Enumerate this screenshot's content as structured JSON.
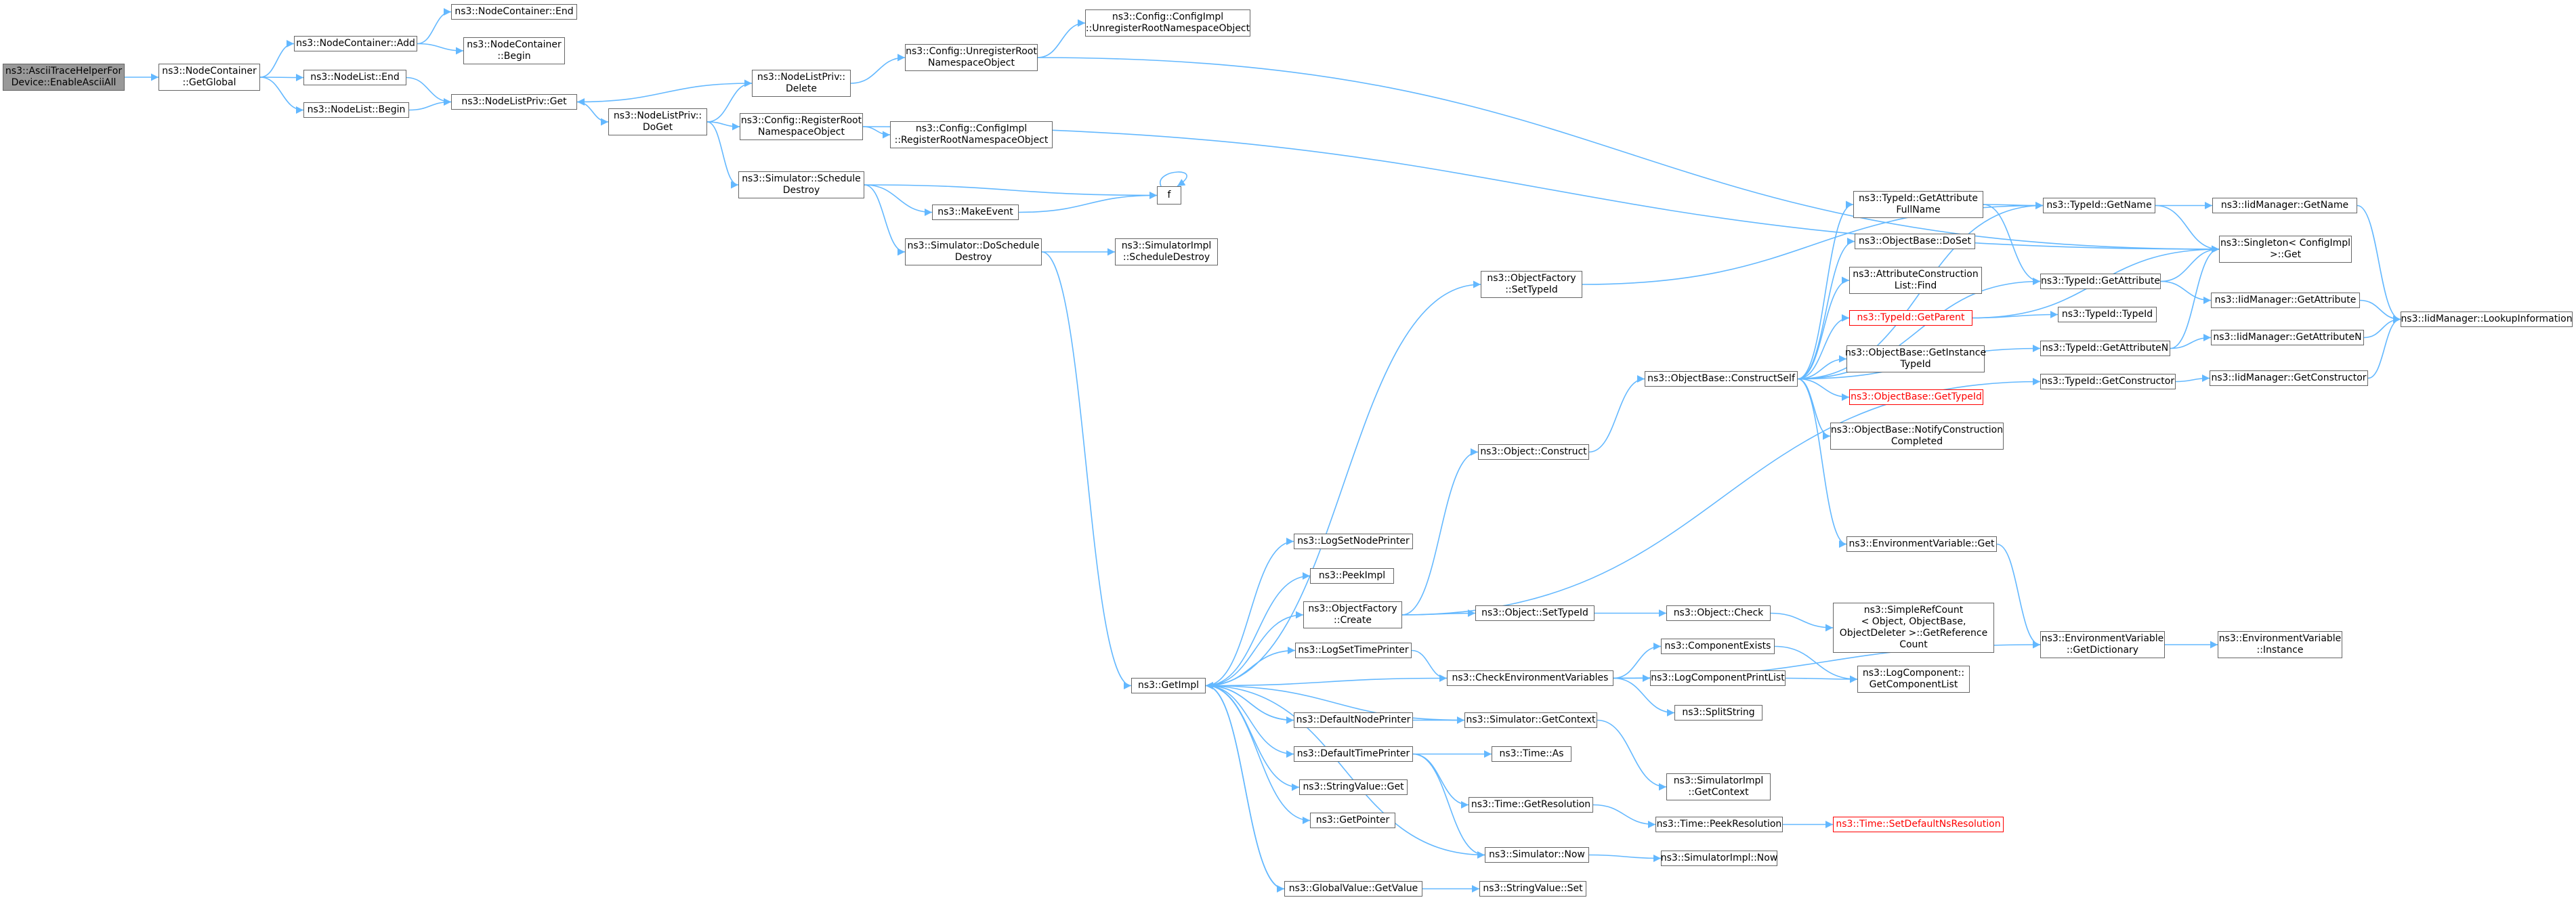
{
  "title": "",
  "colors": {
    "edge": "#63b8ff",
    "border": "#666666",
    "root_fill": "#999999",
    "highlight": "#ff0000"
  },
  "nodes": {
    "n0": {
      "label": "ns3::AsciiTraceHelperFor\nDevice::EnableAsciiAll"
    },
    "n1": {
      "label": "ns3::NodeContainer\n::GetGlobal"
    },
    "n2": {
      "label": "ns3::NodeContainer::Add"
    },
    "n3": {
      "label": "ns3::NodeContainer::End"
    },
    "n4": {
      "label": "ns3::NodeContainer\n::Begin"
    },
    "n5": {
      "label": "ns3::NodeList::End"
    },
    "n6": {
      "label": "ns3::NodeListPriv::Get"
    },
    "n7": {
      "label": "ns3::NodeList::Begin"
    },
    "n8": {
      "label": "ns3::NodeListPriv::\nDelete"
    },
    "n9": {
      "label": "ns3::NodeListPriv::\nDoGet"
    },
    "n10": {
      "label": "ns3::Config::UnregisterRoot\nNamespaceObject"
    },
    "n11": {
      "label": "ns3::Config::ConfigImpl\n::UnregisterRootNamespaceObject"
    },
    "n12": {
      "label": "ns3::Config::RegisterRoot\nNamespaceObject"
    },
    "n13": {
      "label": "ns3::Config::ConfigImpl\n::RegisterRootNamespaceObject"
    },
    "n14": {
      "label": "ns3::Simulator::Schedule\nDestroy"
    },
    "n15": {
      "label": "f"
    },
    "n16": {
      "label": "ns3::MakeEvent"
    },
    "n17": {
      "label": "ns3::Simulator::DoSchedule\nDestroy"
    },
    "n18": {
      "label": "ns3::SimulatorImpl\n::ScheduleDestroy"
    },
    "n19": {
      "label": "ns3::Singleton< ConfigImpl\n>::Get"
    },
    "n20": {
      "label": "ns3::GetImpl"
    },
    "n21": {
      "label": "ns3::ObjectFactory\n::SetTypeId"
    },
    "n22": {
      "label": "ns3::TypeId::GetAttribute\nFullName"
    },
    "n23": {
      "label": "ns3::TypeId::GetName"
    },
    "n24": {
      "label": "ns3::IidManager::GetName"
    },
    "n25": {
      "label": "ns3::ObjectBase::DoSet"
    },
    "n26": {
      "label": "ns3::AttributeConstruction\nList::Find"
    },
    "n27": {
      "label": "ns3::TypeId::GetParent"
    },
    "n28": {
      "label": "ns3::TypeId::GetAttribute"
    },
    "n29": {
      "label": "ns3::TypeId::TypeId"
    },
    "n30": {
      "label": "ns3::IidManager::GetAttribute"
    },
    "n31": {
      "label": "ns3::IidManager::LookupInformation"
    },
    "n32": {
      "label": "ns3::ObjectBase::ConstructSelf"
    },
    "n33": {
      "label": "ns3::ObjectBase::GetInstance\nTypeId"
    },
    "n34": {
      "label": "ns3::TypeId::GetAttributeN"
    },
    "n35": {
      "label": "ns3::IidManager::GetAttributeN"
    },
    "n36": {
      "label": "ns3::ObjectBase::GetTypeId"
    },
    "n37": {
      "label": "ns3::TypeId::GetConstructor"
    },
    "n38": {
      "label": "ns3::IidManager::GetConstructor"
    },
    "n39": {
      "label": "ns3::ObjectBase::NotifyConstruction\nCompleted"
    },
    "n40": {
      "label": "ns3::Object::Construct"
    },
    "n41": {
      "label": "ns3::EnvironmentVariable::Get"
    },
    "n42": {
      "label": "ns3::LogSetNodePrinter"
    },
    "n43": {
      "label": "ns3::PeekImpl"
    },
    "n44": {
      "label": "ns3::ObjectFactory\n::Create"
    },
    "n45": {
      "label": "ns3::Object::SetTypeId"
    },
    "n46": {
      "label": "ns3::Object::Check"
    },
    "n47": {
      "label": "ns3::SimpleRefCount\n< Object, ObjectBase,\n ObjectDeleter >::GetReference\nCount"
    },
    "n48": {
      "label": "ns3::EnvironmentVariable\n::GetDictionary"
    },
    "n49": {
      "label": "ns3::EnvironmentVariable\n::Instance"
    },
    "n50": {
      "label": "ns3::LogSetTimePrinter"
    },
    "n51": {
      "label": "ns3::CheckEnvironmentVariables"
    },
    "n52": {
      "label": "ns3::ComponentExists"
    },
    "n53": {
      "label": "ns3::LogComponentPrintList"
    },
    "n54": {
      "label": "ns3::LogComponent::\nGetComponentList"
    },
    "n55": {
      "label": "ns3::SplitString"
    },
    "n56": {
      "label": "ns3::DefaultNodePrinter"
    },
    "n57": {
      "label": "ns3::Simulator::GetContext"
    },
    "n58": {
      "label": "ns3::DefaultTimePrinter"
    },
    "n59": {
      "label": "ns3::Time::As"
    },
    "n60": {
      "label": "ns3::SimulatorImpl\n::GetContext"
    },
    "n61": {
      "label": "ns3::StringValue::Get"
    },
    "n62": {
      "label": "ns3::Time::GetResolution"
    },
    "n63": {
      "label": "ns3::Time::PeekResolution"
    },
    "n64": {
      "label": "ns3::Time::SetDefaultNsResolution"
    },
    "n65": {
      "label": "ns3::GetPointer"
    },
    "n66": {
      "label": "ns3::Simulator::Now"
    },
    "n67": {
      "label": "ns3::SimulatorImpl::Now"
    },
    "n68": {
      "label": "ns3::GlobalValue::GetValue"
    },
    "n69": {
      "label": "ns3::StringValue::Set"
    }
  }
}
